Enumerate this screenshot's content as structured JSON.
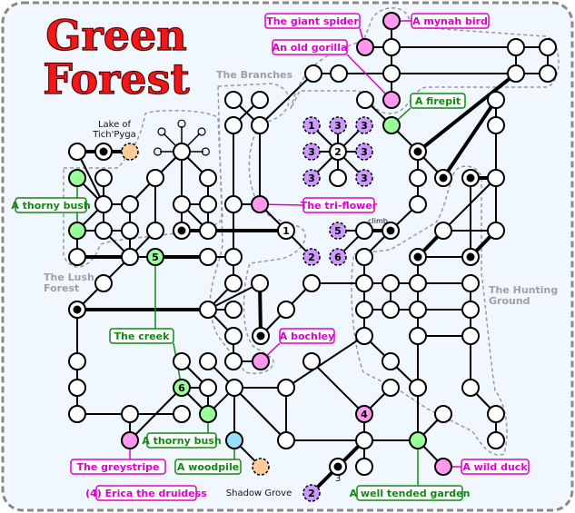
{
  "title": {
    "line1": "Green",
    "line2": "Forest"
  },
  "areas": {
    "branches": "The Branches",
    "lush1": "The Lush",
    "lush2": "Forest",
    "hunting1": "The Hunting",
    "hunting2": "Ground",
    "lake1": "Lake of",
    "lake2": "Tich'Pyga",
    "shadow": "Shadow Grove"
  },
  "annotations": {
    "climb": "climb",
    "three": "3"
  },
  "labels": {
    "giant_spider": "The giant spider",
    "mynah": "A mynah bird",
    "gorilla": "An old gorilla",
    "firepit": "A firepit",
    "thorny_bush_left": "A thorny bush",
    "tri_flower": "The tri-flower",
    "creek": "The creek",
    "bochley": "A bochley",
    "thorny_bush_bottom": "A thorny bush",
    "greystripe": "The greystripe",
    "woodpile": "A woodpile",
    "erica": "(4) Erica the druidess",
    "garden": "A well tended garden",
    "wild_duck": "A wild duck"
  },
  "colors": {
    "background": "#f0f7ff",
    "npc": "#ff99ee",
    "npc_stroke": "#dd00cc",
    "item": "#99ff99",
    "item_stroke": "#118811",
    "portal": "#cc99ff",
    "water": "#99ddff",
    "exit": "#ffcc99"
  }
}
